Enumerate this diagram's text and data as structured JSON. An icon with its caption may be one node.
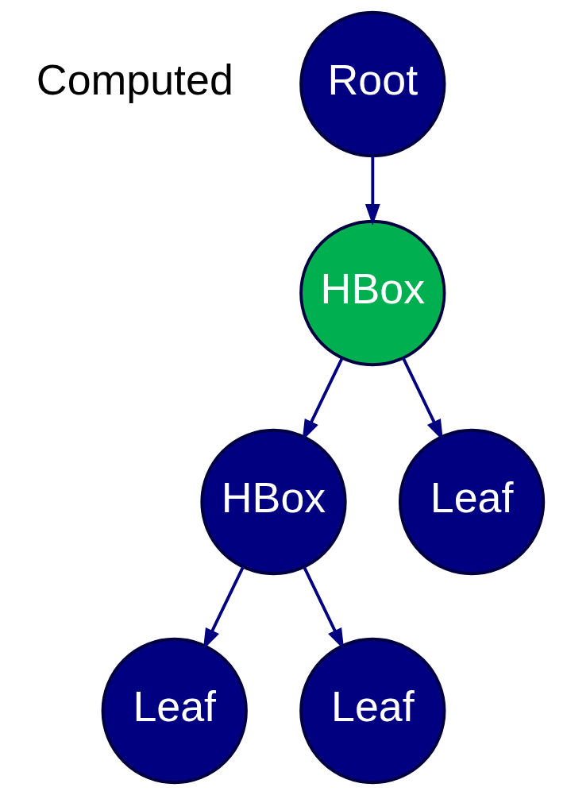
{
  "diagram": {
    "nodes": [
      {
        "text": [
          "Root"
        ]
      },
      {
        "text": [
          "HBox"
        ]
      },
      {
        "text": [
          "HBox"
        ]
      },
      {
        "text": [
          "Leaf"
        ]
      },
      {
        "text": [
          "Leaf"
        ]
      },
      {
        "text": [
          "Leaf"
        ]
      }
    ],
    "edges": [
      {
        "from": 0,
        "to": 1,
        "arrow": "to"
      },
      {
        "from": 1,
        "to": 2,
        "arrow": "to"
      },
      {
        "from": 1,
        "to": 3,
        "arrow": "to"
      },
      {
        "from": 2,
        "to": 4,
        "arrow": "to"
      },
      {
        "from": 2,
        "to": 5,
        "arrow": "to"
      }
    ],
    "labels": [
      "Computed"
    ]
  }
}
